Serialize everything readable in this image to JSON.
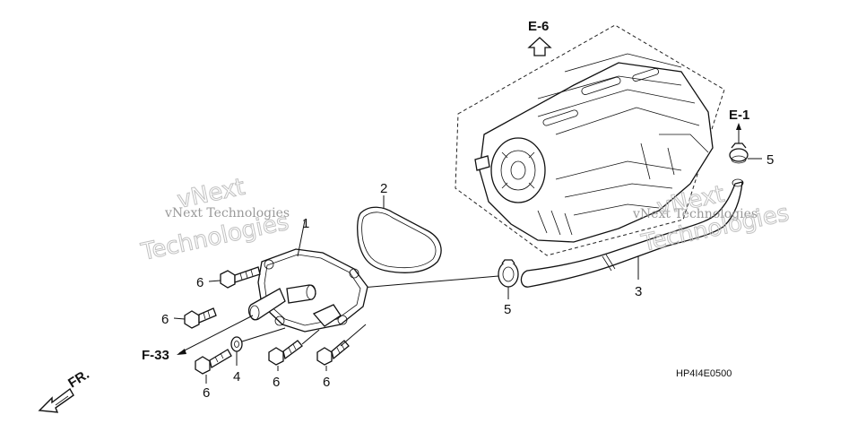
{
  "diagram": {
    "refs": {
      "e6": "E-6",
      "e1": "E-1",
      "f33": "F-33",
      "fr": "FR."
    },
    "part_labels": {
      "p1": "1",
      "p2": "2",
      "p3": "3",
      "p4": "4",
      "p5_top": "5",
      "p5_bottom": "5",
      "p6_a": "6",
      "p6_b": "6",
      "p6_c": "6",
      "p6_d": "6",
      "p6_e": "6"
    },
    "watermarks": {
      "left_small": "vNext Technologies",
      "left_big_1": "vNext",
      "left_big_2": "Technologies",
      "right_small": "vNext Technologies",
      "right_big_1": "vNext",
      "right_big_2": "Technologies"
    },
    "drawing_code": "HP4I4E0500"
  }
}
